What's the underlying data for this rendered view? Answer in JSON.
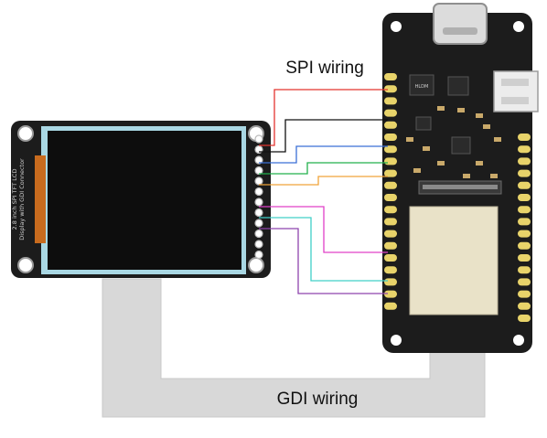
{
  "labels": {
    "spi": "SPI wiring",
    "gdi": "GDI wiring"
  },
  "lcd_silkscreen": {
    "line1": "2.8 inch SPI TFT LCD",
    "line2": "Display with GDI Connector"
  },
  "chip_marks": {
    "lcd_chip": "HLDM"
  },
  "colors": {
    "board": "#1c1c1c",
    "gold": "#e8d36a",
    "screen": "#0d0d0d",
    "screen_bezel": "#a9d7e3",
    "fpc": "#c86b1e",
    "gdi_band": "#d8d8d8",
    "wires": [
      "#e3342f",
      "#111111",
      "#3b6fd6",
      "#22b14c",
      "#f0a43a",
      "#e040c8",
      "#40d0c8",
      "#8e44ad"
    ]
  }
}
